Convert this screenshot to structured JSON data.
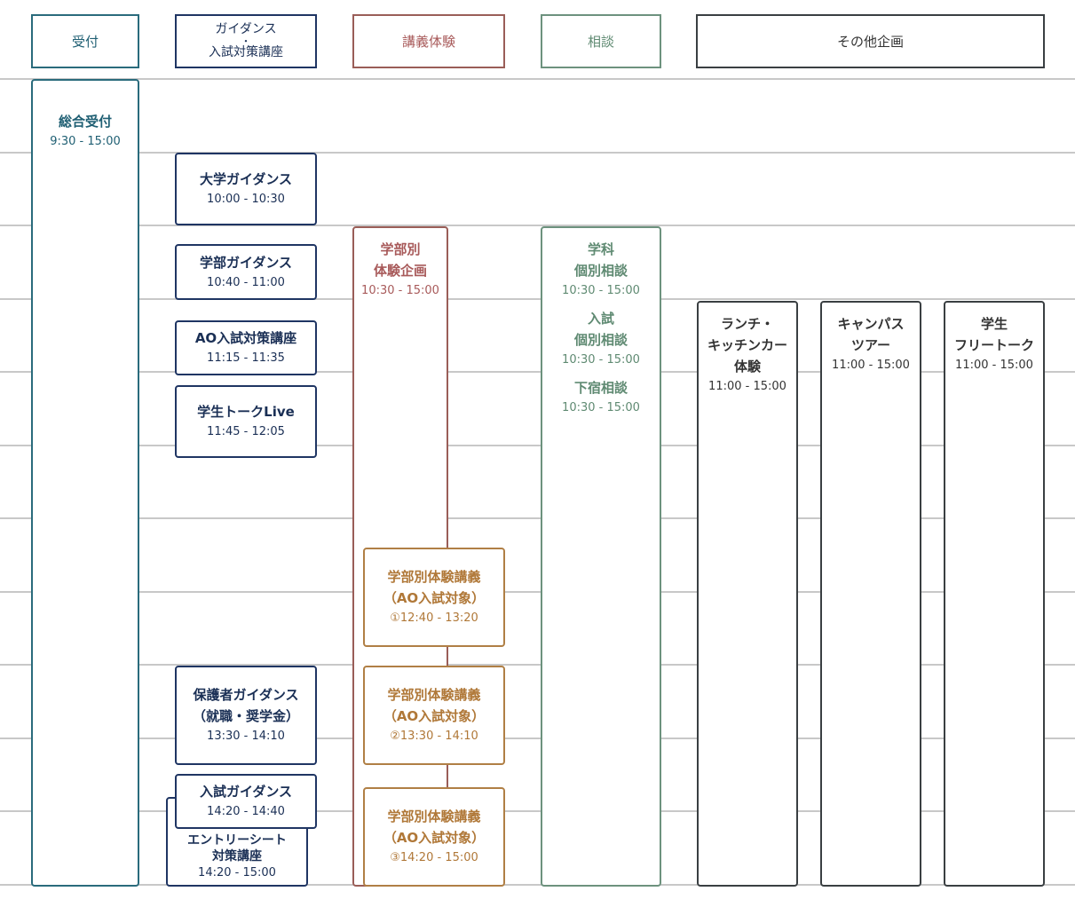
{
  "headers": {
    "reception": "受付",
    "guidance_line1": "ガイダンス",
    "guidance_dot": "・",
    "guidance_line2": "入試対策講座",
    "lecture": "講義体験",
    "consult": "相談",
    "other": "その他企画"
  },
  "reception": {
    "title": "総合受付",
    "time": "9:30 - 15:00"
  },
  "guidance": {
    "univ": {
      "title": "大学ガイダンス",
      "time": "10:00 - 10:30"
    },
    "faculty": {
      "title": "学部ガイダンス",
      "time": "10:40 - 11:00"
    },
    "ao": {
      "title": "AO入試対策講座",
      "time": "11:15 - 11:35"
    },
    "talk": {
      "title": "学生トークLive",
      "time": "11:45 - 12:05"
    },
    "parent": {
      "title1": "保護者ガイダンス",
      "title2": "（就職・奨学金）",
      "time": "13:30 - 14:10"
    },
    "exam": {
      "title": "入試ガイダンス",
      "time": "14:20 - 14:40"
    },
    "entry": {
      "title1": "エントリーシート",
      "title2": "対策講座",
      "time": "14:20 - 15:00"
    }
  },
  "lecture": {
    "dept": {
      "title1": "学部別",
      "title2": "体験企画",
      "time": "10:30 - 15:00"
    },
    "sessions": [
      {
        "title1": "学部別体験講義",
        "title2": "（AO入試対象）",
        "time": "①12:40 - 13:20"
      },
      {
        "title1": "学部別体験講義",
        "title2": "（AO入試対象）",
        "time": "②13:30 - 14:10"
      },
      {
        "title1": "学部別体験講義",
        "title2": "（AO入試対象）",
        "time": "③14:20 - 15:00"
      }
    ]
  },
  "consult": {
    "major": {
      "title1": "学科",
      "title2": "個別相談",
      "time": "10:30 - 15:00"
    },
    "exam": {
      "title1": "入試",
      "title2": "個別相談",
      "time": "10:30 - 15:00"
    },
    "lodging": {
      "title": "下宿相談",
      "time": "10:30 - 15:00"
    }
  },
  "other": {
    "lunch": {
      "title1": "ランチ・",
      "title2": "キッチンカー",
      "title3": "体験",
      "time": "11:00 - 15:00"
    },
    "tour": {
      "title1": "キャンパス",
      "title2": "ツアー",
      "time": "11:00 - 15:00"
    },
    "free": {
      "title1": "学生",
      "title2": "フリートーク",
      "time": "11:00 - 15:00"
    }
  },
  "colors": {
    "reception": "#2a6b7c",
    "guidance": "#1f3563",
    "lecture": "#9a5e58",
    "consult": "#6d927e",
    "other": "#3a3f42",
    "session": "#b07f45",
    "gridline": "#c8c8c8"
  }
}
